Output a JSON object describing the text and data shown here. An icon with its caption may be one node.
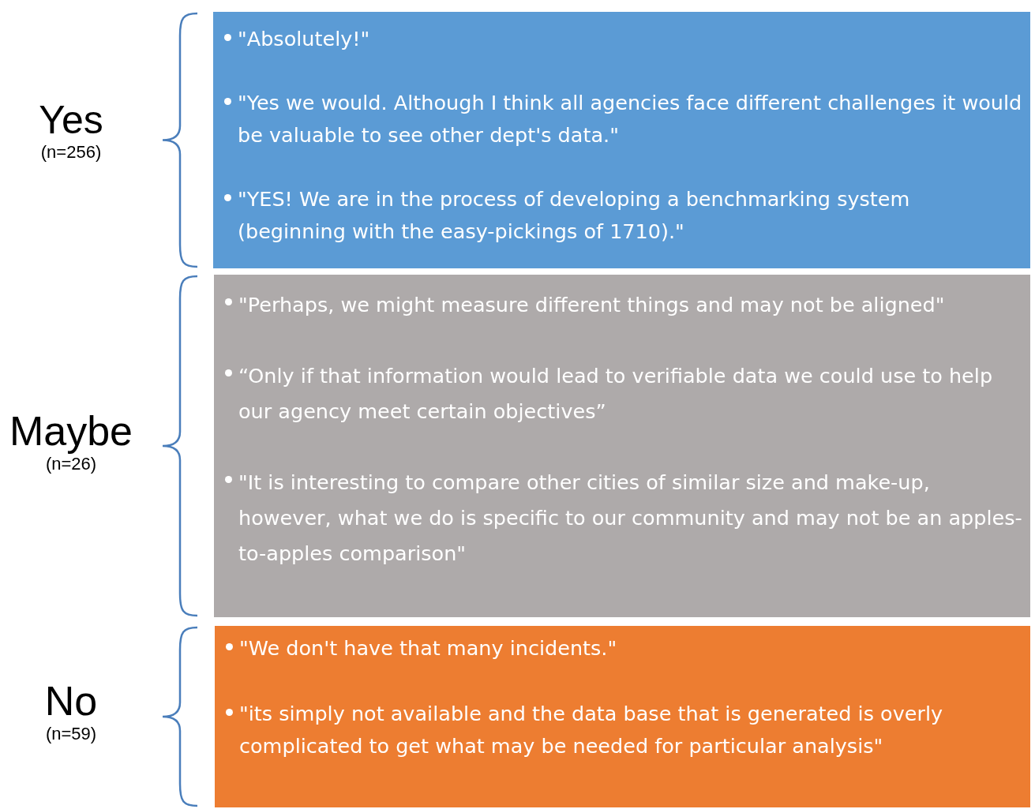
{
  "diagram": {
    "nodes": [
      {
        "text": [
          "\"Absolutely!\"",
          "\"Yes we would.  Although I think all agencies face different challenges it would be valuable to see other dept's data.\"",
          "\"YES!  We are in the process of developing a benchmarking system (beginning with the easy-pickings of 1710).\""
        ],
        "beside": [
          "Yes",
          "(n=256)"
        ]
      },
      {
        "text": [
          "\"Perhaps, we might measure different things and may not be aligned\"",
          "“Only if that information would lead to verifiable data we could use to help our agency meet certain objectives”",
          "\"It is interesting to compare other cities of similar size and make-up, however, what we do is specific to our community and may not be an apples-to-apples comparison\""
        ],
        "beside": [
          "Maybe",
          "(n=26)"
        ]
      },
      {
        "text": [
          "\"We don't have that many incidents.\"",
          "\"its simply not available and the data base that is generated is overly complicated to get what may be needed for particular analysis\""
        ],
        "beside": [
          "No",
          "(n=59)"
        ]
      }
    ]
  }
}
